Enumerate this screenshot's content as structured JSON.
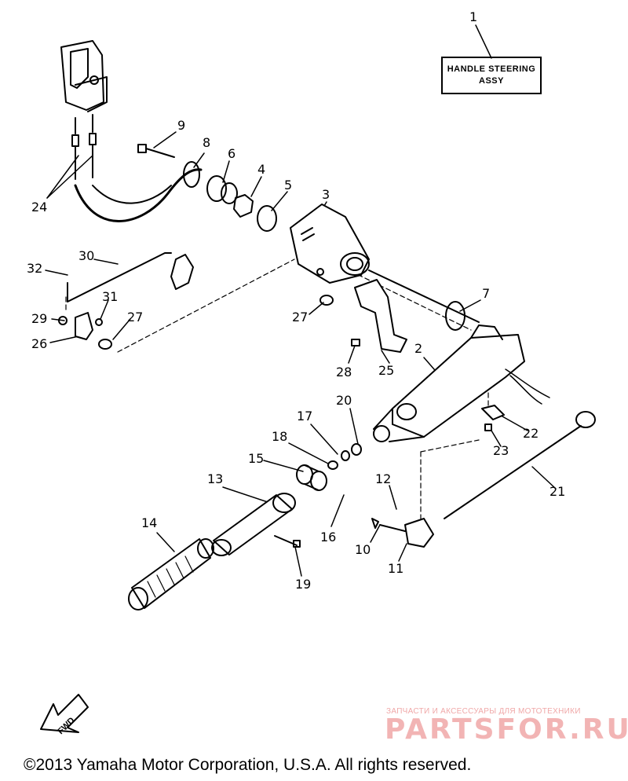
{
  "title_box": {
    "line1": "HANDLE STEERING",
    "line2": "ASSY"
  },
  "callouts": [
    {
      "id": "c1",
      "text": "1"
    },
    {
      "id": "c2",
      "text": "2"
    },
    {
      "id": "c3",
      "text": "3"
    },
    {
      "id": "c4",
      "text": "4"
    },
    {
      "id": "c5",
      "text": "5"
    },
    {
      "id": "c6",
      "text": "6"
    },
    {
      "id": "c7",
      "text": "7"
    },
    {
      "id": "c8",
      "text": "8"
    },
    {
      "id": "c9",
      "text": "9"
    },
    {
      "id": "c10",
      "text": "10"
    },
    {
      "id": "c11",
      "text": "11"
    },
    {
      "id": "c12",
      "text": "12"
    },
    {
      "id": "c13",
      "text": "13"
    },
    {
      "id": "c14",
      "text": "14"
    },
    {
      "id": "c15",
      "text": "15"
    },
    {
      "id": "c16",
      "text": "16"
    },
    {
      "id": "c17",
      "text": "17"
    },
    {
      "id": "c18",
      "text": "18"
    },
    {
      "id": "c19",
      "text": "19"
    },
    {
      "id": "c20",
      "text": "20"
    },
    {
      "id": "c21",
      "text": "21"
    },
    {
      "id": "c22",
      "text": "22"
    },
    {
      "id": "c23",
      "text": "23"
    },
    {
      "id": "c24",
      "text": "24"
    },
    {
      "id": "c25",
      "text": "25"
    },
    {
      "id": "c26",
      "text": "26"
    },
    {
      "id": "c27a",
      "text": "27"
    },
    {
      "id": "c27b",
      "text": "27"
    },
    {
      "id": "c28",
      "text": "28"
    },
    {
      "id": "c29",
      "text": "29"
    },
    {
      "id": "c30",
      "text": "30"
    },
    {
      "id": "c31",
      "text": "31"
    },
    {
      "id": "c32",
      "text": "32"
    }
  ],
  "fwd_label": "FWD",
  "watermark": {
    "tagline": "ЗАПЧАСТИ И АКСЕССУАРЫ ДЛЯ МОТОТЕХНИКИ",
    "brand": "PARTSFOR.RU"
  },
  "copyright": "©2013 Yamaha Motor Corporation, U.S.A. All rights reserved.",
  "colors": {
    "line": "#000000",
    "watermark": "#f2b4b4"
  }
}
